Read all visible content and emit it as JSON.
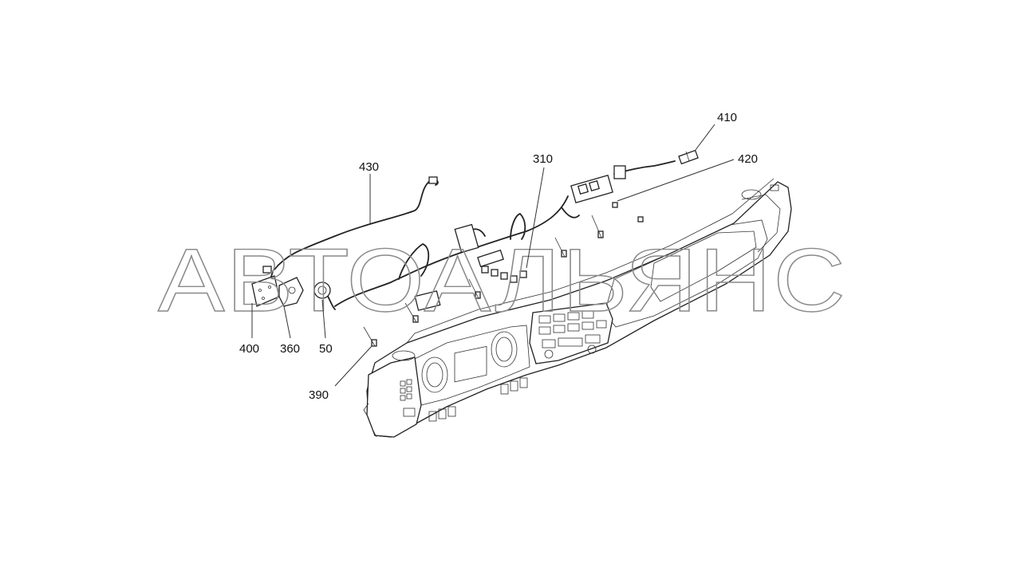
{
  "watermark": {
    "text": "АВТОАЛЬЯНС",
    "color": "#8a8a8a"
  },
  "callouts": {
    "c410": "410",
    "c420": "420",
    "c310": "310",
    "c430": "430",
    "c400": "400",
    "c360": "360",
    "c50": "50",
    "c390": "390"
  },
  "icons": {
    "dashboard": "dashboard-panel-drawing",
    "harness": "wiring-harness-drawing",
    "fasteners": "clip-fastener-drawing"
  }
}
